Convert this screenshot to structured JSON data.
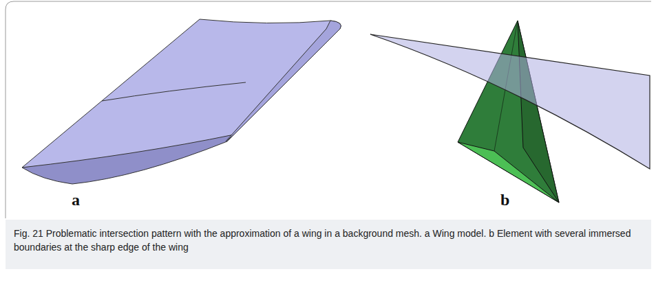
{
  "diagram": {
    "caption": "Fig. 21 Problematic intersection pattern with the approximation of a wing in a background mesh. a Wing model. b Element with several immersed boundaries at the sharp edge of the wing",
    "labels": [
      "a",
      "b"
    ]
  }
}
